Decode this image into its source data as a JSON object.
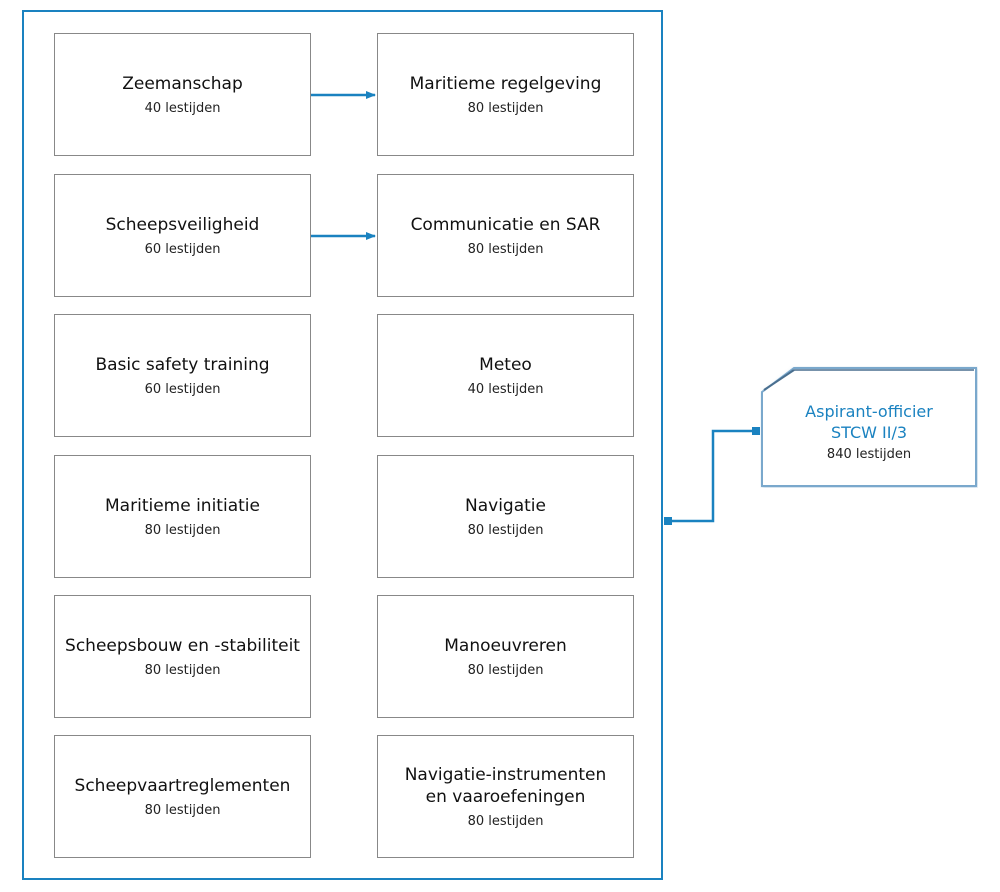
{
  "colors": {
    "accent": "#1a82c0",
    "box_border": "#888888",
    "target_border": "#7aa8cc"
  },
  "modules": [
    {
      "name": "Zeemanschap",
      "hours": "40 lestijden"
    },
    {
      "name": "Maritieme regelgeving",
      "hours": "80 lestijden"
    },
    {
      "name": "Scheepsveiligheid",
      "hours": "60 lestijden"
    },
    {
      "name": "Communicatie en SAR",
      "hours": "80 lestijden"
    },
    {
      "name": "Basic safety training",
      "hours": "60 lestijden"
    },
    {
      "name": "Meteo",
      "hours": "40 lestijden"
    },
    {
      "name": "Maritieme initiatie",
      "hours": "80 lestijden"
    },
    {
      "name": "Navigatie",
      "hours": "80 lestijden"
    },
    {
      "name": "Scheepsbouw en -stabiliteit",
      "hours": "80 lestijden"
    },
    {
      "name": "Manoeuvreren",
      "hours": "80 lestijden"
    },
    {
      "name": "Scheepvaartreglementen",
      "hours": "80 lestijden"
    },
    {
      "name": "Navigatie-instrumenten en vaaroefeningen",
      "hours": "80 lestijden"
    }
  ],
  "target": {
    "title_line1": "Aspirant-officier",
    "title_line2": "STCW II/3",
    "hours": "840 lestijden"
  }
}
